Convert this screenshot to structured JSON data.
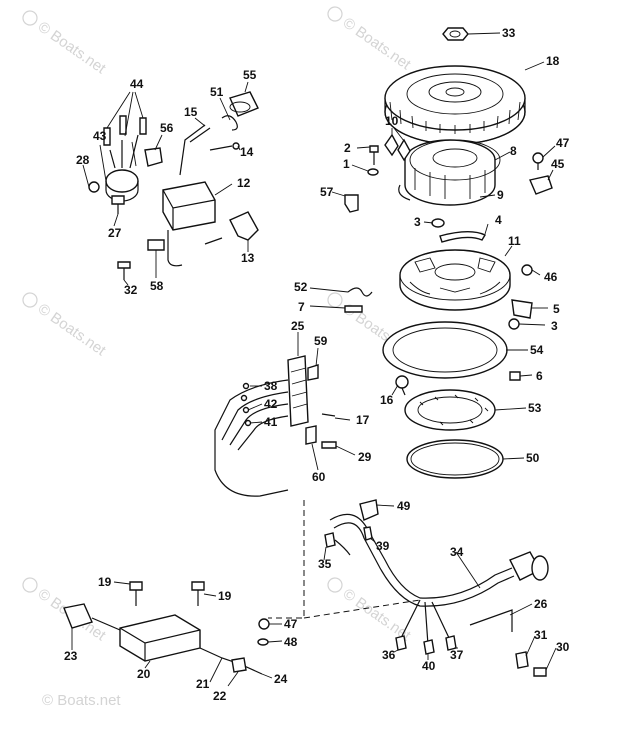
{
  "watermarks": [
    "© Boats.net",
    "© Boats.net",
    "© Boats.net",
    "© Boats.net",
    "© Boats.net",
    "© Boats.net",
    "© Boats.net"
  ],
  "part_numbers": {
    "p1": "1",
    "p2": "2",
    "p3a": "3",
    "p3b": "3",
    "p4": "4",
    "p5": "5",
    "p6": "6",
    "p7": "7",
    "p8": "8",
    "p9": "9",
    "p10": "10",
    "p11": "11",
    "p12": "12",
    "p13": "13",
    "p14": "14",
    "p15": "15",
    "p16": "16",
    "p17": "17",
    "p18": "18",
    "p19a": "19",
    "p19b": "19",
    "p20": "20",
    "p21": "21",
    "p22": "22",
    "p23": "23",
    "p24": "24",
    "p25": "25",
    "p26": "26",
    "p27": "27",
    "p28": "28",
    "p29": "29",
    "p30": "30",
    "p31": "31",
    "p32": "32",
    "p33": "33",
    "p34": "34",
    "p35": "35",
    "p36": "36",
    "p37": "37",
    "p38": "38",
    "p39": "39",
    "p40": "40",
    "p41": "41",
    "p42": "42",
    "p43": "43",
    "p44": "44",
    "p45": "45",
    "p46": "46",
    "p47a": "47",
    "p47b": "47",
    "p48": "48",
    "p49": "49",
    "p50": "50",
    "p51": "51",
    "p52": "52",
    "p53": "53",
    "p54": "54",
    "p55": "55",
    "p56": "56",
    "p57": "57",
    "p58": "58",
    "p59": "59",
    "p60": "60"
  }
}
